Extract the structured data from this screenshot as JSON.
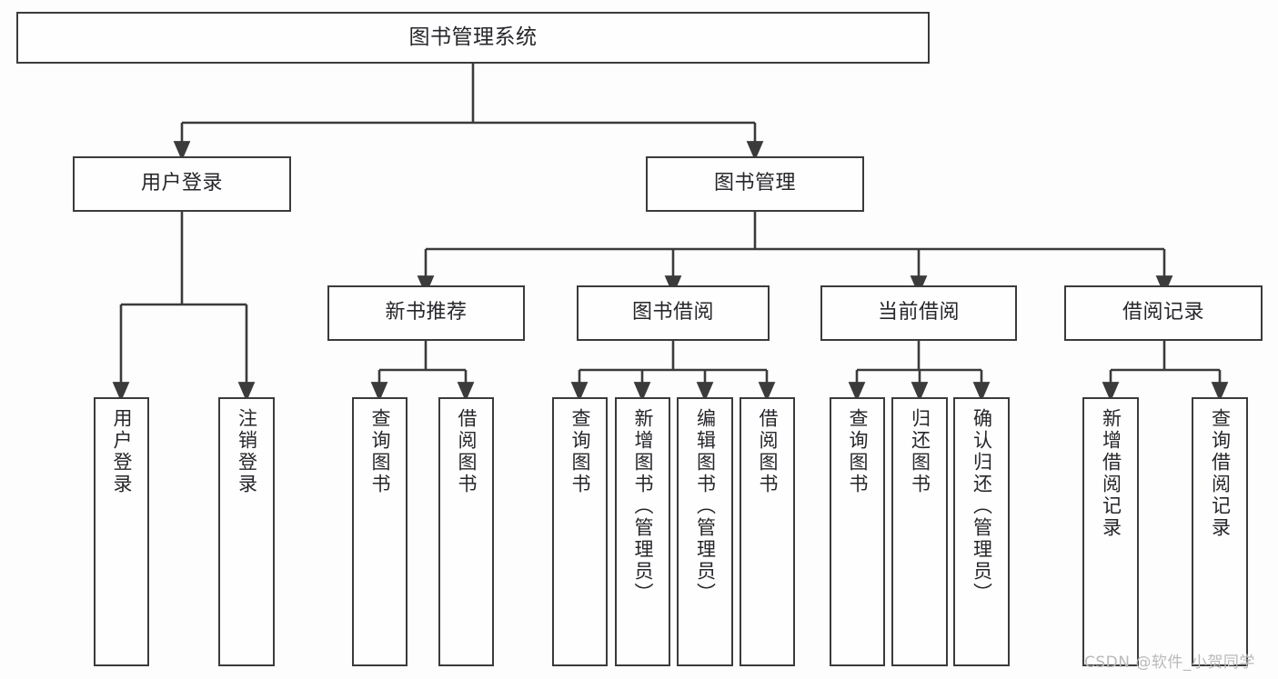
{
  "diagram": {
    "title": "图书管理系统",
    "type": "functional-structure-tree",
    "colors": {
      "border": "#3b3b3b",
      "node_fill": "#fefefe",
      "background": "#fdfdfd",
      "text": "#26262b",
      "watermark": "#b9b9b9"
    },
    "nodes": {
      "root": {
        "label": "图书管理系统"
      },
      "level2": [
        {
          "label": "用户登录"
        },
        {
          "label": "图书管理"
        }
      ],
      "level3": [
        {
          "label": "新书推荐"
        },
        {
          "label": "图书借阅"
        },
        {
          "label": "当前借阅"
        },
        {
          "label": "借阅记录"
        }
      ],
      "leaves_user_login": [
        {
          "label": "用户登录"
        },
        {
          "label": "注销登录"
        }
      ],
      "leaves_new_book": [
        {
          "label": "查询图书"
        },
        {
          "label": "借阅图书"
        }
      ],
      "leaves_borrow": [
        {
          "label": "查询图书"
        },
        {
          "label": "新增图书（管理员）"
        },
        {
          "label": "编辑图书（管理员）"
        },
        {
          "label": "借阅图书"
        }
      ],
      "leaves_current": [
        {
          "label": "查询图书"
        },
        {
          "label": "归还图书"
        },
        {
          "label": "确认归还（管理员）"
        }
      ],
      "leaves_record": [
        {
          "label": "新增借阅记录"
        },
        {
          "label": "查询借阅记录"
        }
      ]
    },
    "watermark": "CSDN @软件_小贺同学"
  }
}
